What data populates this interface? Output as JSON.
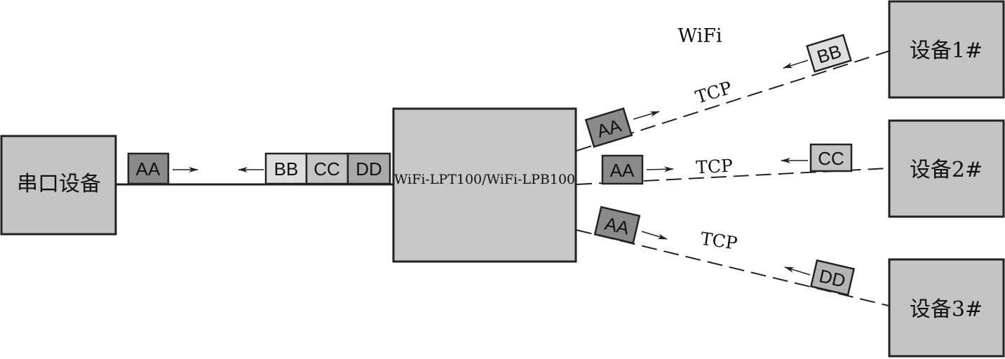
{
  "colors": {
    "box_fill": "#c4c4c4",
    "module_fill": "#c7c7c7",
    "tag_dark": "#8a8a8a",
    "tag_mid": "#b4b4b4",
    "tag_light": "#dedede",
    "line": "#222222"
  },
  "labels": {
    "serial_device": "串口设备",
    "module": "WiFi-LPT100/WiFi-LPB100",
    "wifi": "WiFi",
    "device1": "设备1#",
    "device2": "设备2#",
    "device3": "设备3#",
    "tcp1": "TCP",
    "tcp2": "TCP",
    "tcp3": "TCP"
  },
  "tags": {
    "serial_out": "AA",
    "serial_in": [
      "BB",
      "CC",
      "DD"
    ],
    "to_device1": "AA",
    "to_device2": "AA",
    "to_device3": "AA",
    "from_device1": "BB",
    "from_device2": "CC",
    "from_device3": "DD"
  }
}
